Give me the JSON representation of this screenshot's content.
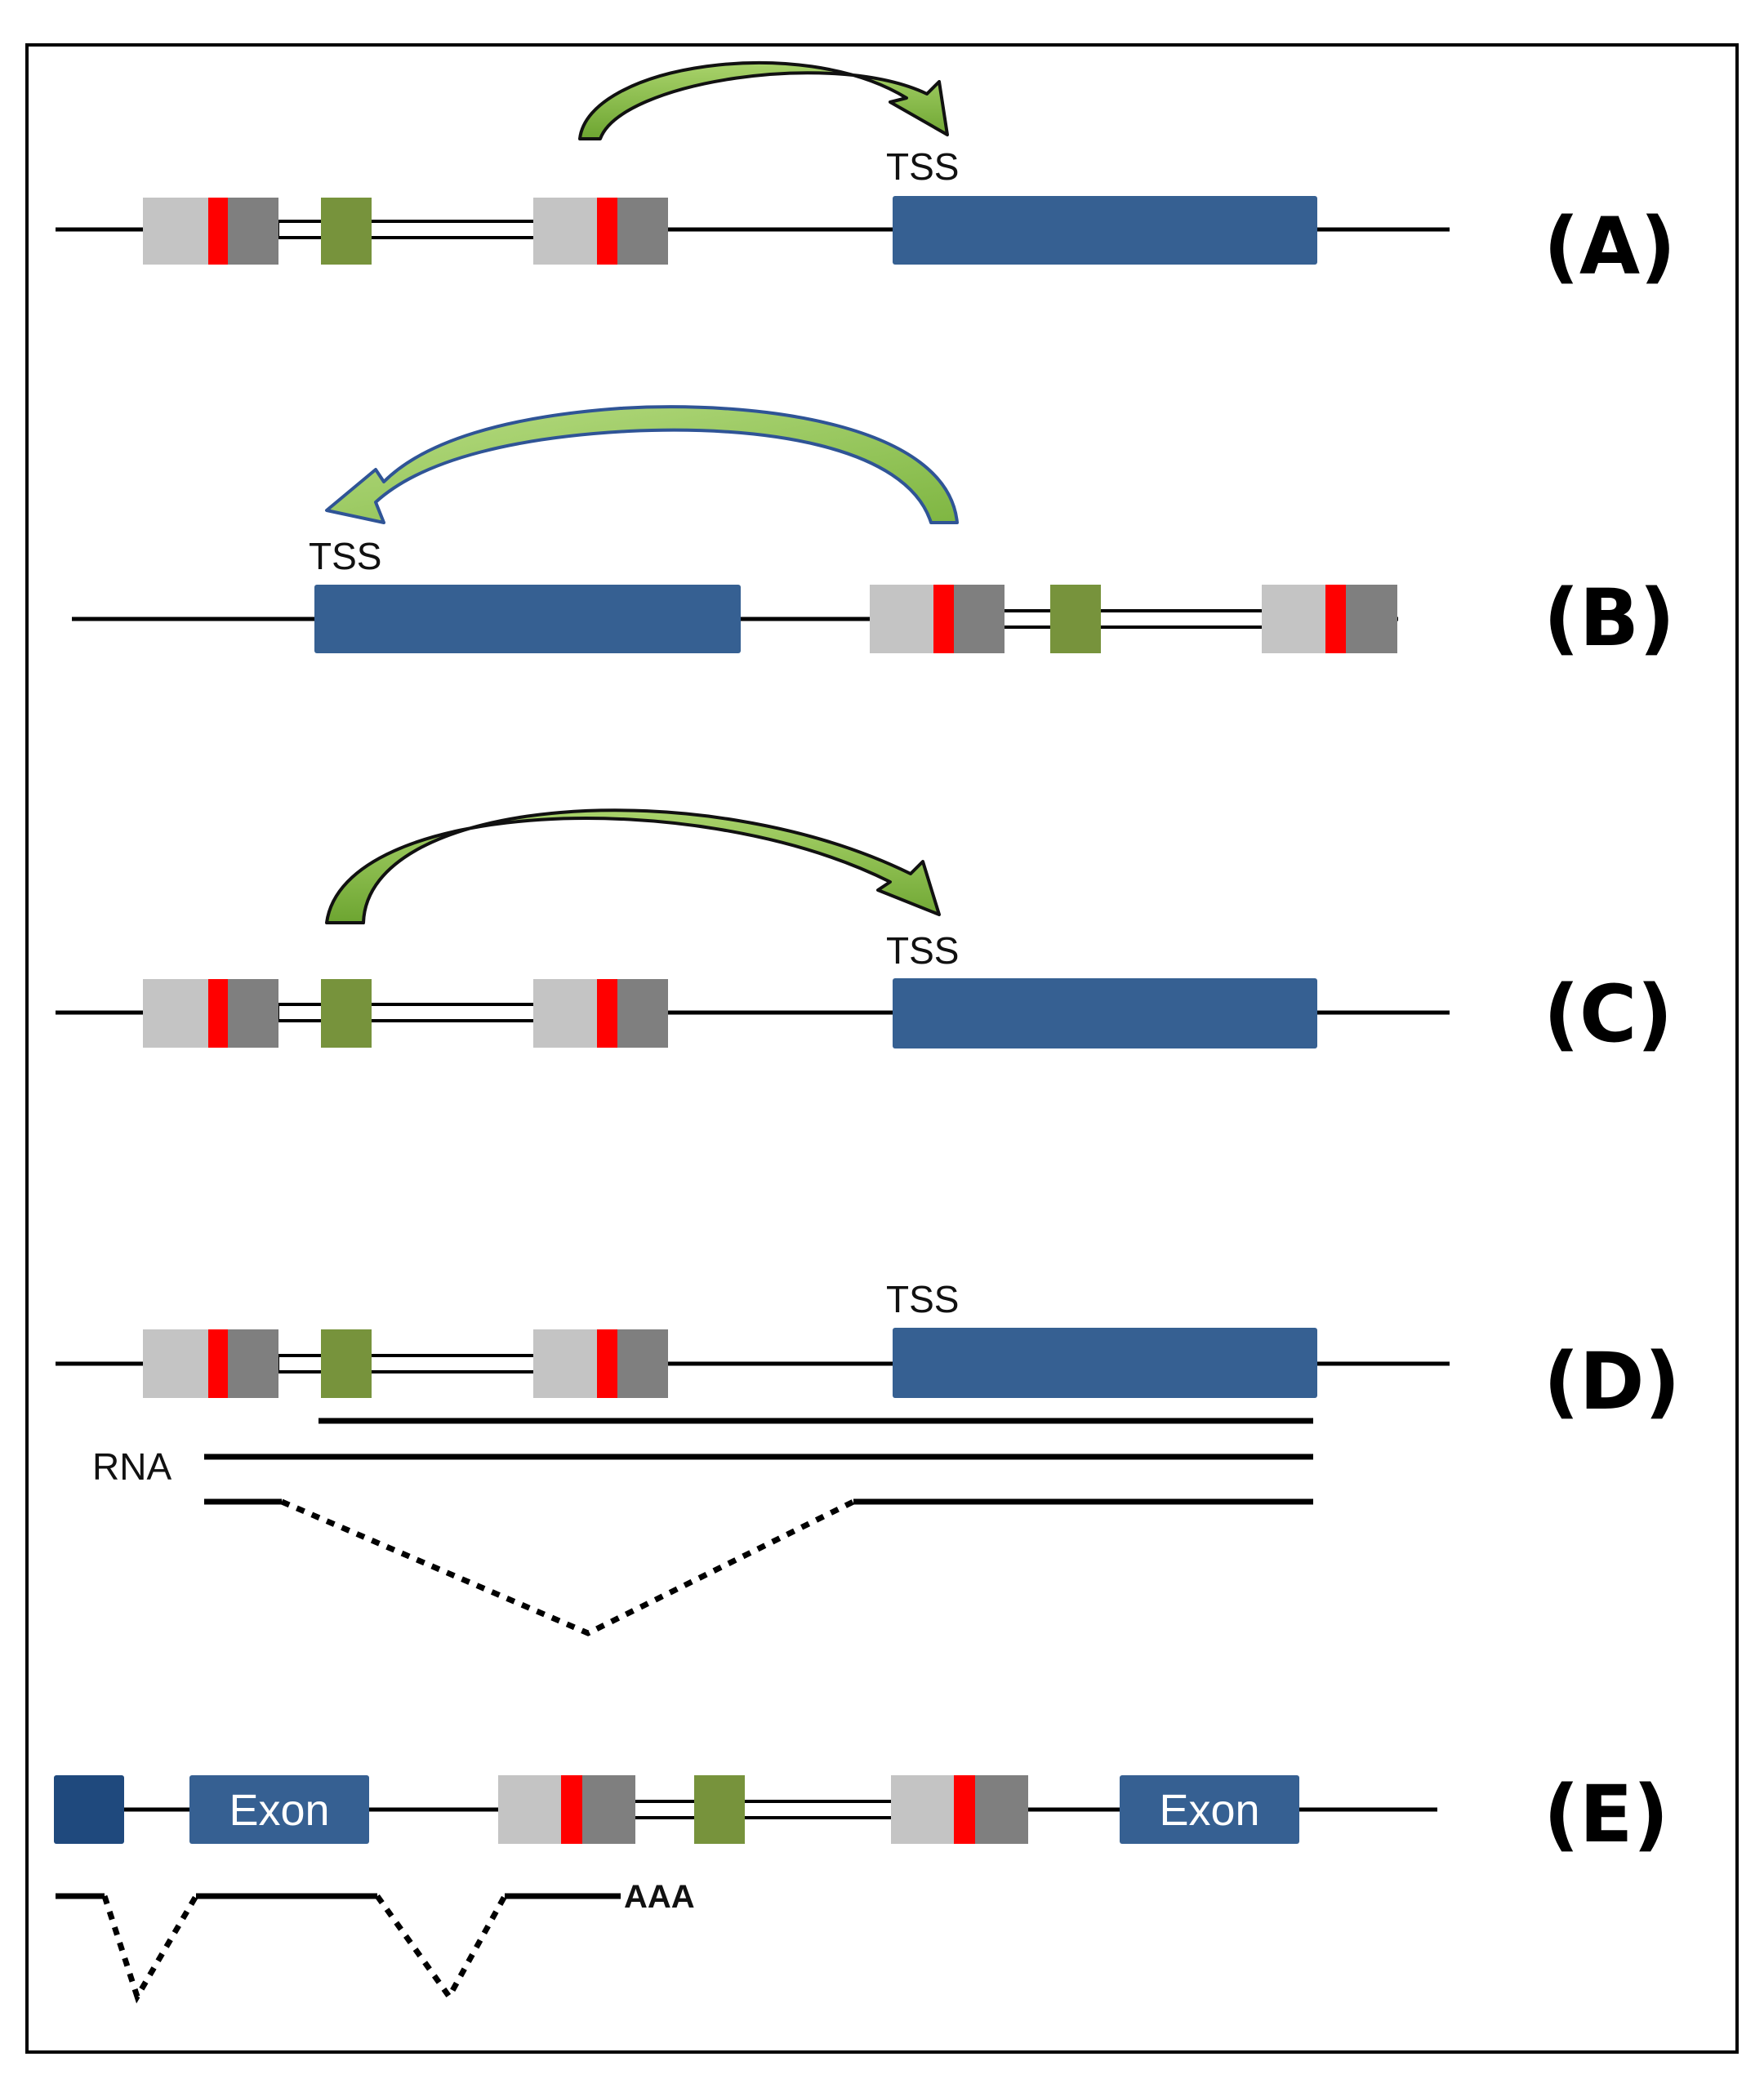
{
  "panels": [
    {
      "label": "(A)",
      "tss_label": "TSS"
    },
    {
      "label": "(B)",
      "tss_label": "TSS"
    },
    {
      "label": "(C)",
      "tss_label": "TSS"
    },
    {
      "label": "(D)",
      "tss_label": "TSS",
      "rna_label": "RNA"
    },
    {
      "label": "(E)",
      "exon_labels": [
        "Exon",
        "Exon"
      ],
      "polya_label": "AAA"
    }
  ],
  "colors": {
    "gene_block": "#366092",
    "left_promoter_segment": "#c4c4c4",
    "core_marker": "#ff0000",
    "right_promoter_segment": "#7f7f7f",
    "enhancer": "#77933c",
    "arrow_fill": "#8fc04a",
    "arrow_outline_b": "#2f5496",
    "line": "#000000"
  },
  "icons": {
    "arrow": "curved-arrow-icon",
    "regulatory_module": "promoter-cassette-icon",
    "enhancer": "enhancer-box-icon"
  }
}
